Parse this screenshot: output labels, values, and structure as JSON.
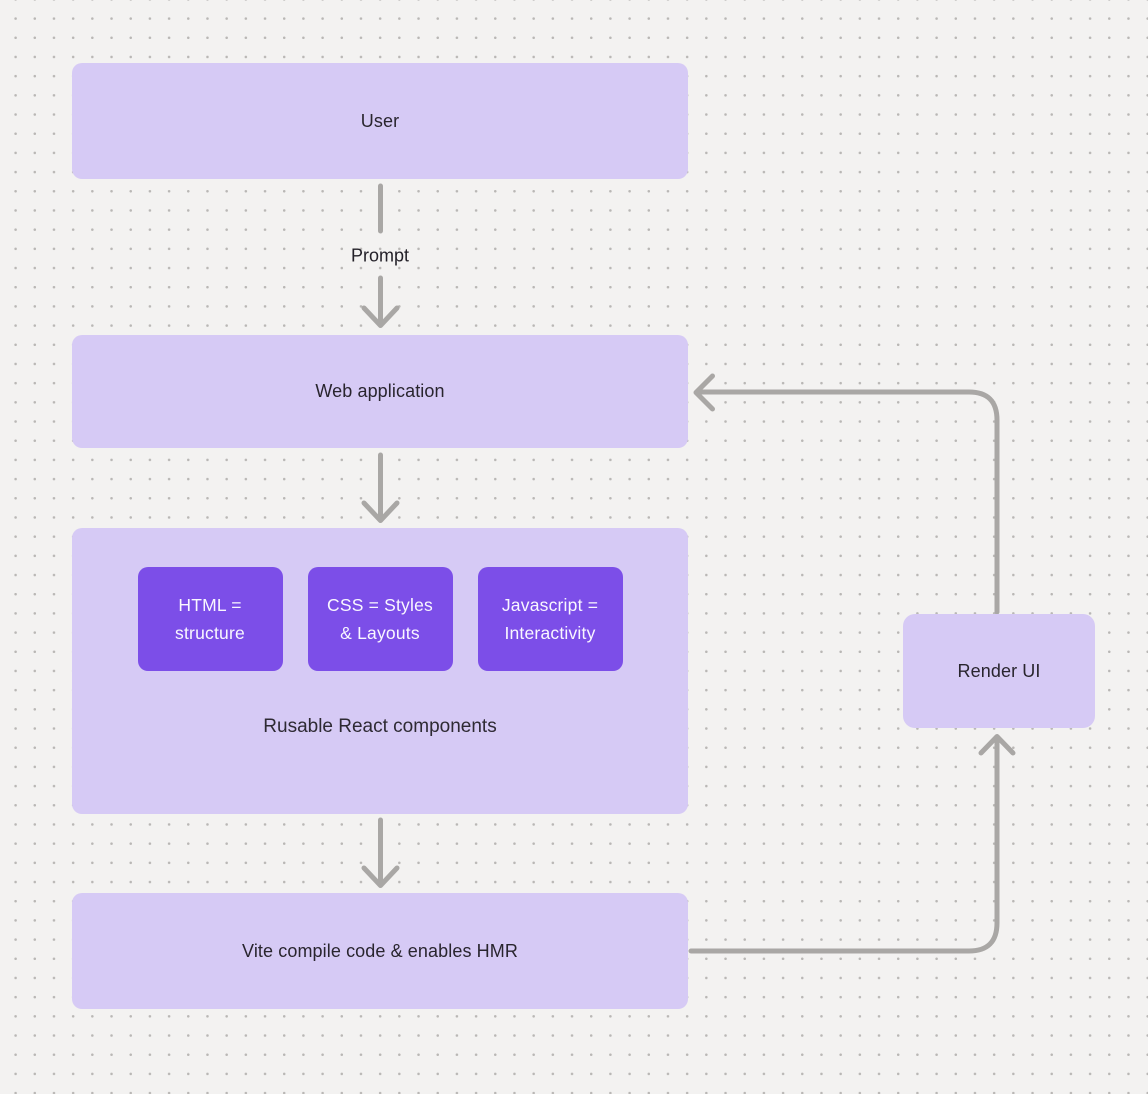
{
  "canvas": {
    "background_color": "#f3f2f1",
    "dot_color": "#b9b7b5"
  },
  "palette": {
    "node_fill": "#d6caf5",
    "chip_fill": "#7c4ee8",
    "connector_color": "#a9a7a5",
    "node_text_color": "#29252e",
    "chip_text_color": "#f9f7ff"
  },
  "nodes": {
    "user": {
      "label": "User"
    },
    "web_application": {
      "label": "Web application"
    },
    "components": {
      "chips": [
        {
          "lines": [
            "HTML =",
            "structure"
          ]
        },
        {
          "lines": [
            "CSS = Styles",
            "& Layouts"
          ]
        },
        {
          "lines": [
            "Javascript =",
            "Interactivity"
          ]
        }
      ],
      "caption": "Rusable React components"
    },
    "vite": {
      "label": "Vite compile code & enables HMR"
    },
    "render_ui": {
      "label": "Render UI"
    }
  },
  "edges": {
    "prompt_label": "Prompt"
  }
}
